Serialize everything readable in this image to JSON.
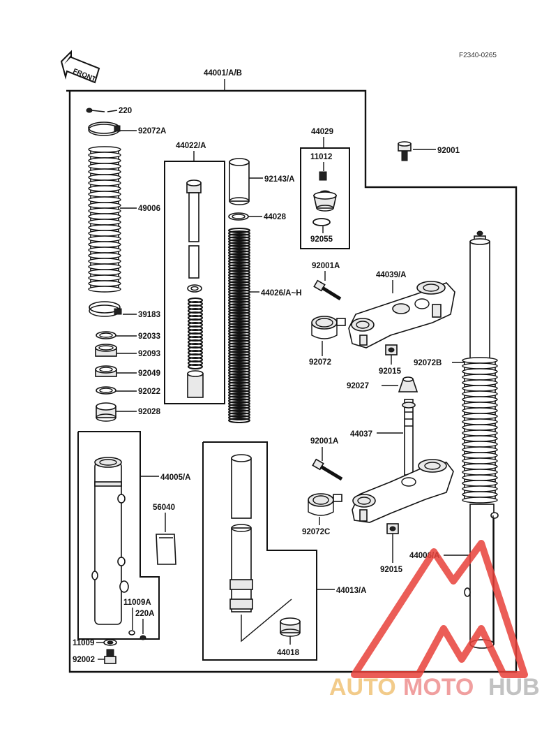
{
  "figure_code": "F2340-0265",
  "front_arrow_text": "FRONT",
  "labels": {
    "l44001": "44001/A/B",
    "l220": "220",
    "l92072A": "92072A",
    "l49006": "49006",
    "l39183": "39183",
    "l92033": "92033",
    "l92093": "92093",
    "l92049": "92049",
    "l92022": "92022",
    "l92028": "92028",
    "l44022": "44022/A",
    "l92143": "92143/A",
    "l44028": "44028",
    "l44026": "44026/A~H",
    "l44029": "44029",
    "l11012": "11012",
    "l92055": "92055",
    "l92001": "92001",
    "l92001A_top": "92001A",
    "l44039": "44039/A",
    "l92072": "92072",
    "l92015_top": "92015",
    "l92072B": "92072B",
    "l92027": "92027",
    "l44037": "44037",
    "l92001A_bot": "92001A",
    "l92072C": "92072C",
    "l92015_bot": "92015",
    "l44006": "44006/A",
    "l44005": "44005/A",
    "l56040": "56040",
    "l11009A": "11009A",
    "l220A": "220A",
    "l11009": "11009",
    "l92002": "92002",
    "l44013": "44013/A",
    "l44018": "44018"
  },
  "watermark": {
    "text_auto": "AUTO",
    "text_moto": "MOTO",
    "text_hub": "HUB",
    "colors": {
      "auto": "#f0c276",
      "moto": "#ee8f8f",
      "hub": "#b8b8b8",
      "logo": "#e8413a"
    }
  }
}
